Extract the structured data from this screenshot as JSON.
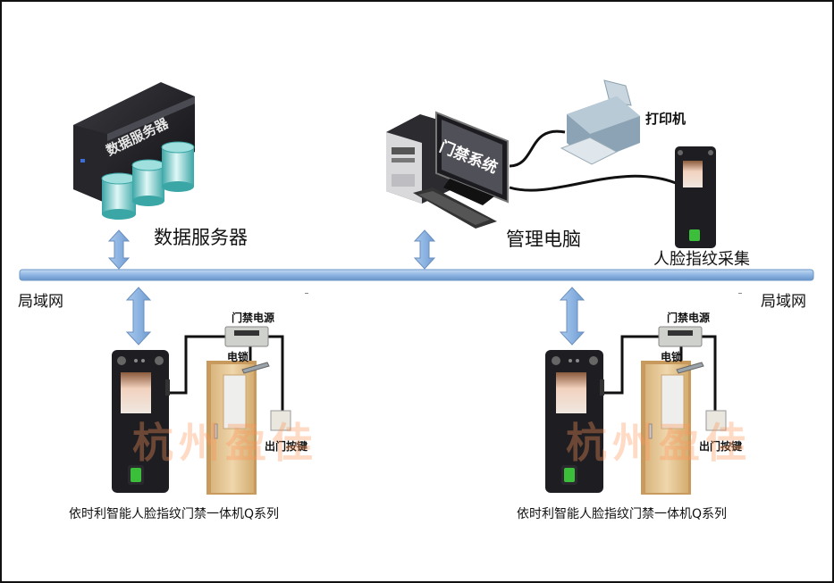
{
  "diagram": {
    "title": "人脸指纹门禁系统网络拓扑",
    "network": {
      "label_left": "局域网",
      "label_right": "局域网",
      "bar_color": "#8db4e2"
    },
    "top_nodes": {
      "server": {
        "label": "数据服务器",
        "device_text": "数据服务器"
      },
      "pc": {
        "label": "管理电脑",
        "screen_text": "门禁系统"
      },
      "printer": {
        "label": "打印机"
      },
      "enroll": {
        "label": "人脸指纹采集"
      }
    },
    "door_units": [
      {
        "power_label": "门禁电源",
        "lock_label": "电锁",
        "exit_label": "出门按键",
        "caption": "依时利智能人脸指纹门禁一体机Q系列"
      },
      {
        "power_label": "门禁电源",
        "lock_label": "电锁",
        "exit_label": "出门按键",
        "caption": "依时利智能人脸指纹门禁一体机Q系列"
      }
    ],
    "watermark": "杭州盈佳",
    "colors": {
      "arrow_fill": "#8db4e2",
      "arrow_stroke": "#6a8fbf",
      "cable": "#111111",
      "terminal_body": "#1e1e22",
      "fingerprint_green": "#3bbf3b",
      "door_wood": "#e6c99a",
      "disk_teal": "#6fc9c7"
    }
  }
}
